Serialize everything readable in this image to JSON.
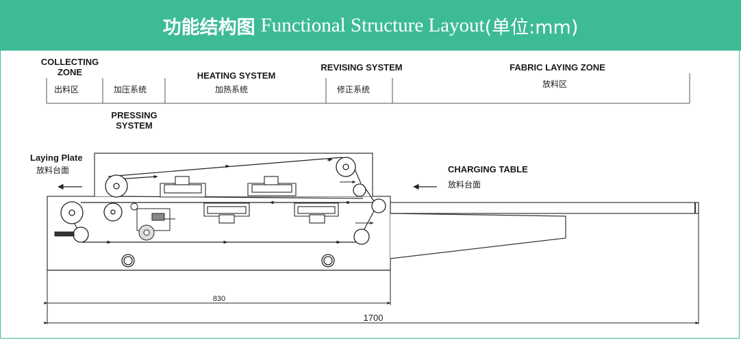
{
  "header": {
    "title_cn": "功能结构图",
    "title_en": "Functional Structure Layout",
    "title_unit": "(单位:mm)",
    "bg_color": "#3dbb97"
  },
  "zones": {
    "collecting": {
      "en_line1": "COLLECTING",
      "en_line2": "ZONE",
      "cn": "出料区"
    },
    "pressing": {
      "en_line1": "PRESSING",
      "en_line2": "SYSTEM",
      "cn": "加压系统"
    },
    "heating": {
      "en": "HEATING SYSTEM",
      "cn": "加热系统"
    },
    "revising": {
      "en": "REVISING SYSTEM",
      "cn": "修正系统"
    },
    "fabric": {
      "en": "FABRIC LAYING ZONE",
      "cn": "放料区"
    }
  },
  "callouts": {
    "laying_plate": {
      "en": "Laying Plate",
      "cn": "放料台面"
    },
    "charging_table": {
      "en": "CHARGING TABLE",
      "cn": "放料台面"
    }
  },
  "dimensions": {
    "inner": "830",
    "overall": "1700"
  }
}
